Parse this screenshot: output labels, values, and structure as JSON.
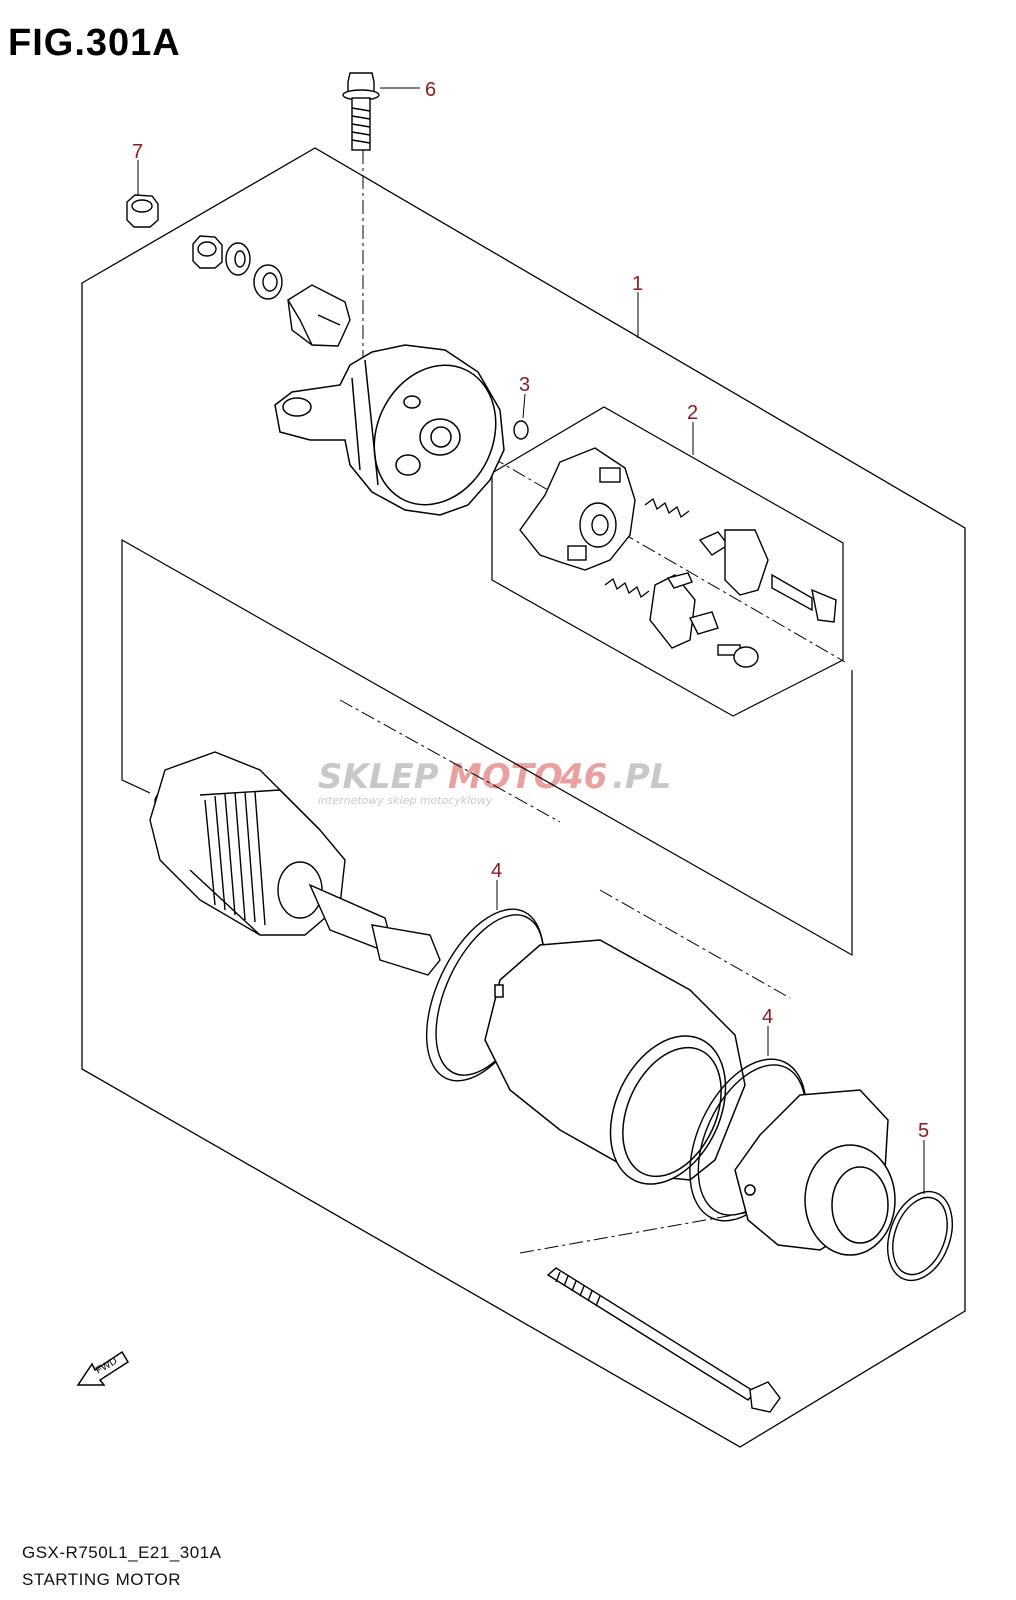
{
  "figure": {
    "title": "FIG.301A",
    "code": "GSX-R750L1_E21_301A",
    "name": "STARTING MOTOR"
  },
  "watermark": {
    "part1": "SKLEP",
    "part2": "MOTO",
    "part3": "46",
    "part4": ".PL",
    "subtitle": "internetowy sklep motocyklowy",
    "color_gray": "#c8c8c8",
    "color_red": "#e8a0a0"
  },
  "callouts": [
    {
      "label": "1"
    },
    {
      "label": "2"
    },
    {
      "label": "3"
    },
    {
      "label": "4"
    },
    {
      "label": "4"
    },
    {
      "label": "5"
    },
    {
      "label": "6"
    },
    {
      "label": "7"
    }
  ],
  "fwd": {
    "label": "FWD"
  },
  "colors": {
    "callout": "#8b1a1a",
    "line": "#000000"
  }
}
